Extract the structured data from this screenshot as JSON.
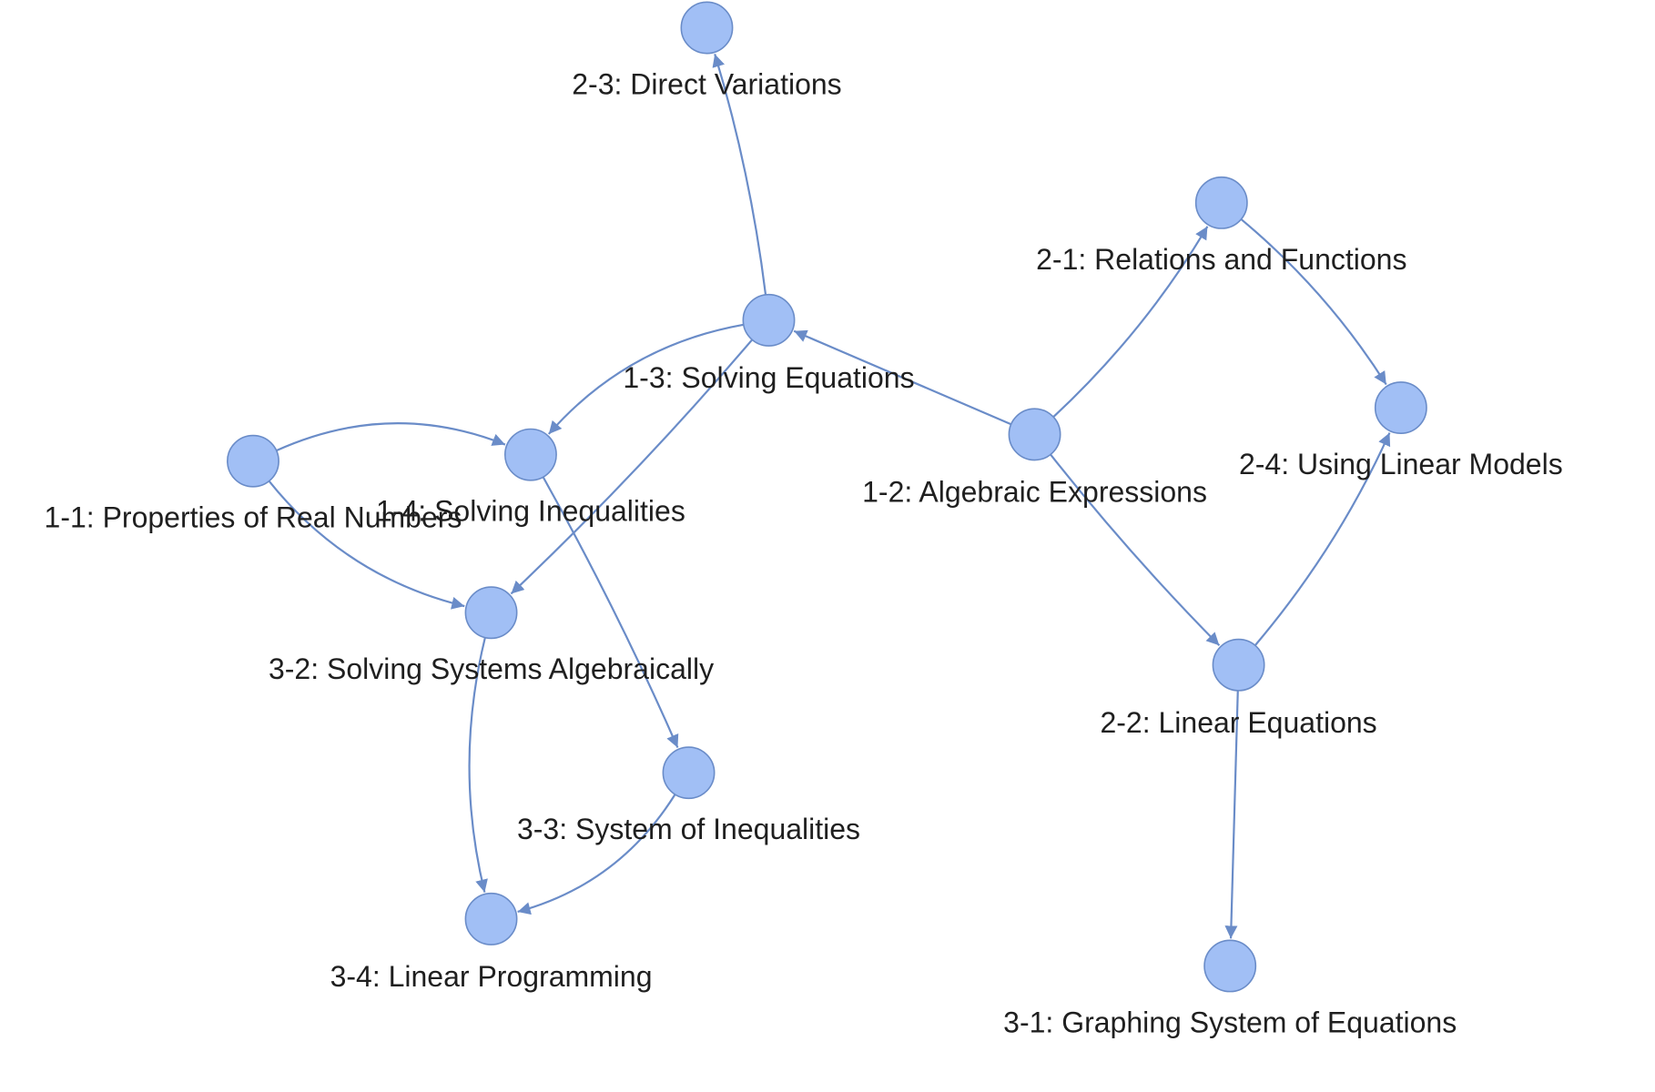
{
  "colors": {
    "node_fill": "#a1bff5",
    "node_stroke": "#6a8cc8",
    "edge": "#6a8cc8",
    "text": "#1f1f1f"
  },
  "nodes": [
    {
      "id": "n11",
      "label": "1-1: Properties of Real Numbers"
    },
    {
      "id": "n12",
      "label": "1-2: Algebraic Expressions"
    },
    {
      "id": "n13",
      "label": "1-3: Solving Equations"
    },
    {
      "id": "n14",
      "label": "1-4: Solving Inequalities"
    },
    {
      "id": "n21",
      "label": "2-1: Relations and Functions"
    },
    {
      "id": "n22",
      "label": "2-2: Linear Equations"
    },
    {
      "id": "n23",
      "label": "2-3: Direct Variations"
    },
    {
      "id": "n24",
      "label": "2-4: Using Linear Models"
    },
    {
      "id": "n31",
      "label": "3-1: Graphing System of Equations"
    },
    {
      "id": "n32",
      "label": "3-2: Solving Systems Algebraically"
    },
    {
      "id": "n33",
      "label": "3-3: System of Inequalities"
    },
    {
      "id": "n34",
      "label": "3-4: Linear Programming"
    }
  ],
  "edges": [
    {
      "from": "n11",
      "to": "n14"
    },
    {
      "from": "n11",
      "to": "n32"
    },
    {
      "from": "n12",
      "to": "n13"
    },
    {
      "from": "n12",
      "to": "n21"
    },
    {
      "from": "n12",
      "to": "n22"
    },
    {
      "from": "n13",
      "to": "n14"
    },
    {
      "from": "n13",
      "to": "n23"
    },
    {
      "from": "n13",
      "to": "n32"
    },
    {
      "from": "n14",
      "to": "n33"
    },
    {
      "from": "n21",
      "to": "n24"
    },
    {
      "from": "n22",
      "to": "n24"
    },
    {
      "from": "n22",
      "to": "n31"
    },
    {
      "from": "n32",
      "to": "n34"
    },
    {
      "from": "n33",
      "to": "n34"
    }
  ]
}
